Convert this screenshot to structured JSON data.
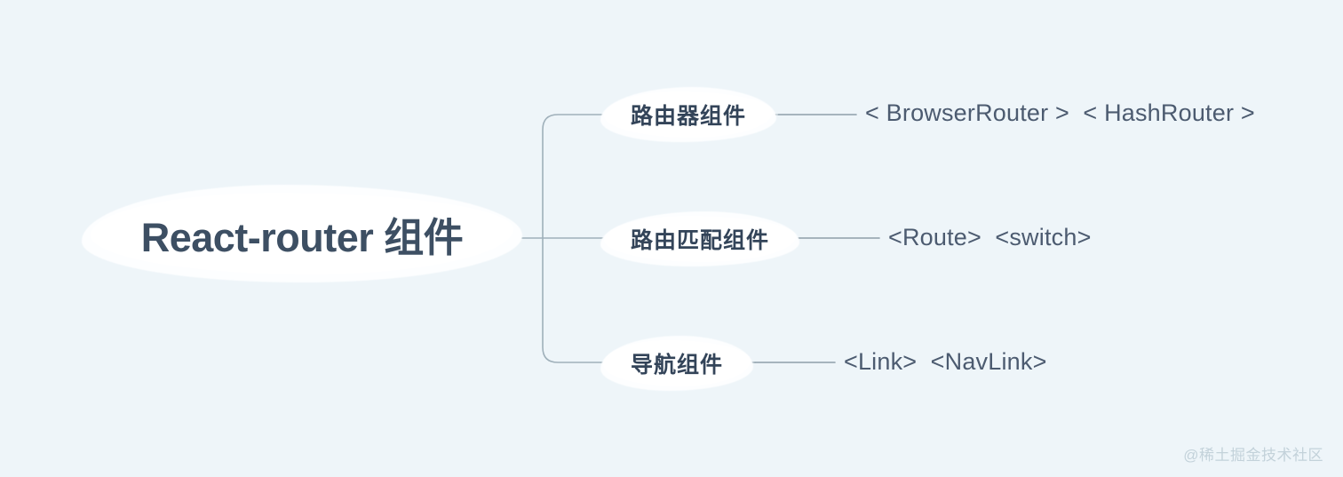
{
  "canvas": {
    "background_color": "#eef5f9",
    "line_color": "#9fb0ba",
    "node_fill_color": "#ffffff",
    "node_text_color": "#3d4f63",
    "leaf_text_color": "#4c5b70",
    "watermark_color": "#c3d2da"
  },
  "root": {
    "label": "React-router 组件"
  },
  "branches": [
    {
      "label": "路由器组件",
      "leaf": "< BrowserRouter >  < HashRouter >"
    },
    {
      "label": "路由匹配组件",
      "leaf": "<Route>  <switch>"
    },
    {
      "label": "导航组件",
      "leaf": "<Link>  <NavLink>"
    }
  ],
  "watermark": {
    "text": "@稀土掘金技术社区"
  }
}
